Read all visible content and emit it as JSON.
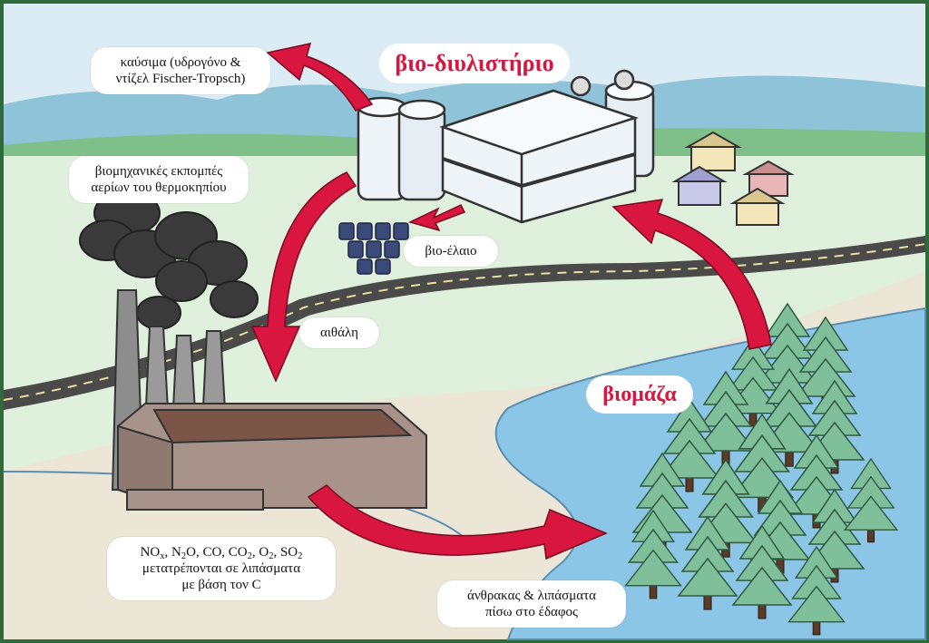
{
  "colors": {
    "sky": "#dbecf4",
    "hills": "#8fc3d8",
    "grass": "#dcefd8",
    "river": "#8cc6e6",
    "arrow": "#d8163f",
    "accent_title": "#d8163f",
    "frame": "#2f6b3a"
  },
  "nodes": {
    "biorefinery_title": "βιο-διυλιστήριο",
    "biomass_title": "βιομάζα"
  },
  "labels": {
    "fuels": {
      "line1": "καύσιμα (υδρογόνο &",
      "line2": "ντίζελ Fischer-Tropsch)"
    },
    "emissions": {
      "line1": "βιομηχανικές εκπομπές",
      "line2": "αερίων του θερμοκηπίου"
    },
    "bio_oil": "βιο-έλαιο",
    "soot": "αιθάλη",
    "gases": {
      "no": "NO",
      "x": "x",
      "n2o_a": ", N",
      "n2o_sub": "2",
      "n2o_b": "O, CO, CO",
      "co2_sub": "2",
      "o2_a": ", O",
      "o2_sub": "2",
      "so2_a": ", SO",
      "so2_sub": "2",
      "line2": "μετατρέπονται σε λιπάσματα",
      "line3": "με βάση τον C"
    },
    "charcoal": {
      "line1": "άνθρακας & λιπάσματα",
      "line2": "πίσω στο έδαφος"
    }
  },
  "icons": [
    "biorefinery-tanks-icon",
    "factory-smokestack-icon",
    "barrels-icon",
    "houses-icon",
    "pine-tree-icon"
  ]
}
